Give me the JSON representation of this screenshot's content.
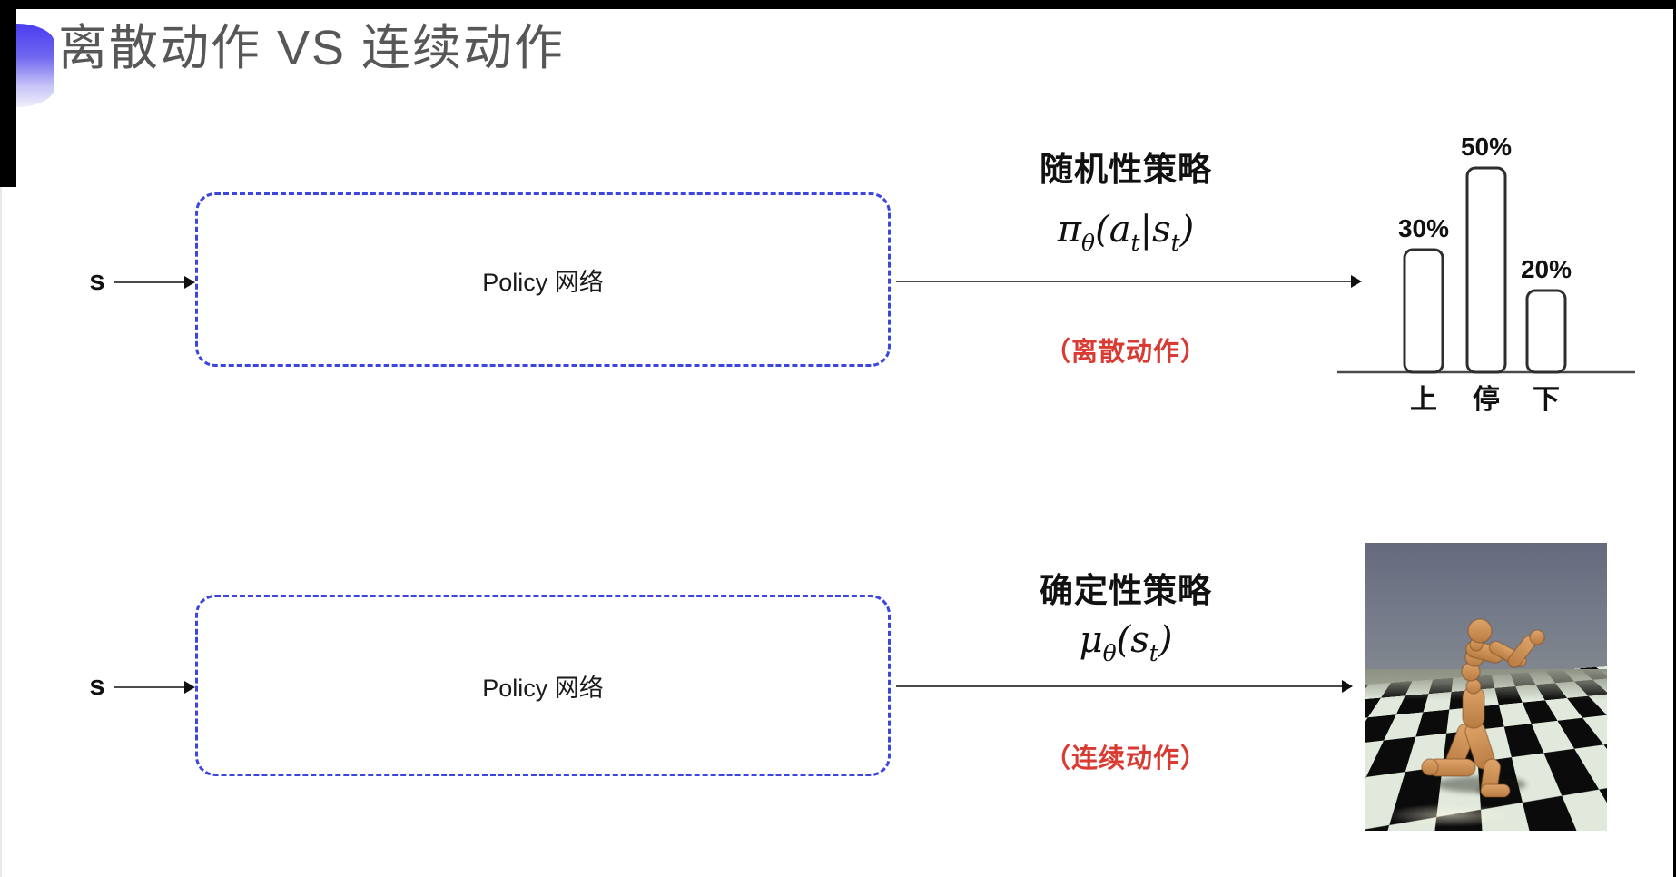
{
  "slide": {
    "title": "离散动作 VS 连续动作"
  },
  "rows": {
    "stochastic": {
      "input_label": "s",
      "box_label": "Policy 网络",
      "policy_name": "随机性策略",
      "formula": {
        "sym": "π",
        "sym_sub": "θ",
        "open": "(",
        "a1": "a",
        "a1_sub": "t",
        "sep": "|",
        "a2": "s",
        "a2_sub": "t",
        "close": ")"
      },
      "action_note": "（离散动作）"
    },
    "deterministic": {
      "input_label": "s",
      "box_label": "Policy 网络",
      "policy_name": "确定性策略",
      "formula": {
        "sym": "μ",
        "sym_sub": "θ",
        "open": "(",
        "a1": "s",
        "a1_sub": "t",
        "close": ")"
      },
      "action_note": "（连续动作）"
    }
  },
  "chart_data": {
    "type": "bar",
    "categories": [
      "上",
      "停",
      "下"
    ],
    "values": [
      30,
      50,
      20
    ],
    "labels": [
      "30%",
      "50%",
      "20%"
    ],
    "title": "",
    "xlabel": "",
    "ylabel": "",
    "ylim": [
      0,
      60
    ],
    "grid": false,
    "legend": false,
    "style": "outlined rounded bars on single baseline, value labels above bars"
  },
  "colors": {
    "accent_blue": "#3c46df",
    "note_red": "#d93a32",
    "title_gray": "#575757",
    "bar_stroke": "#2e2e2e",
    "arrow": "#4a4a4a"
  }
}
